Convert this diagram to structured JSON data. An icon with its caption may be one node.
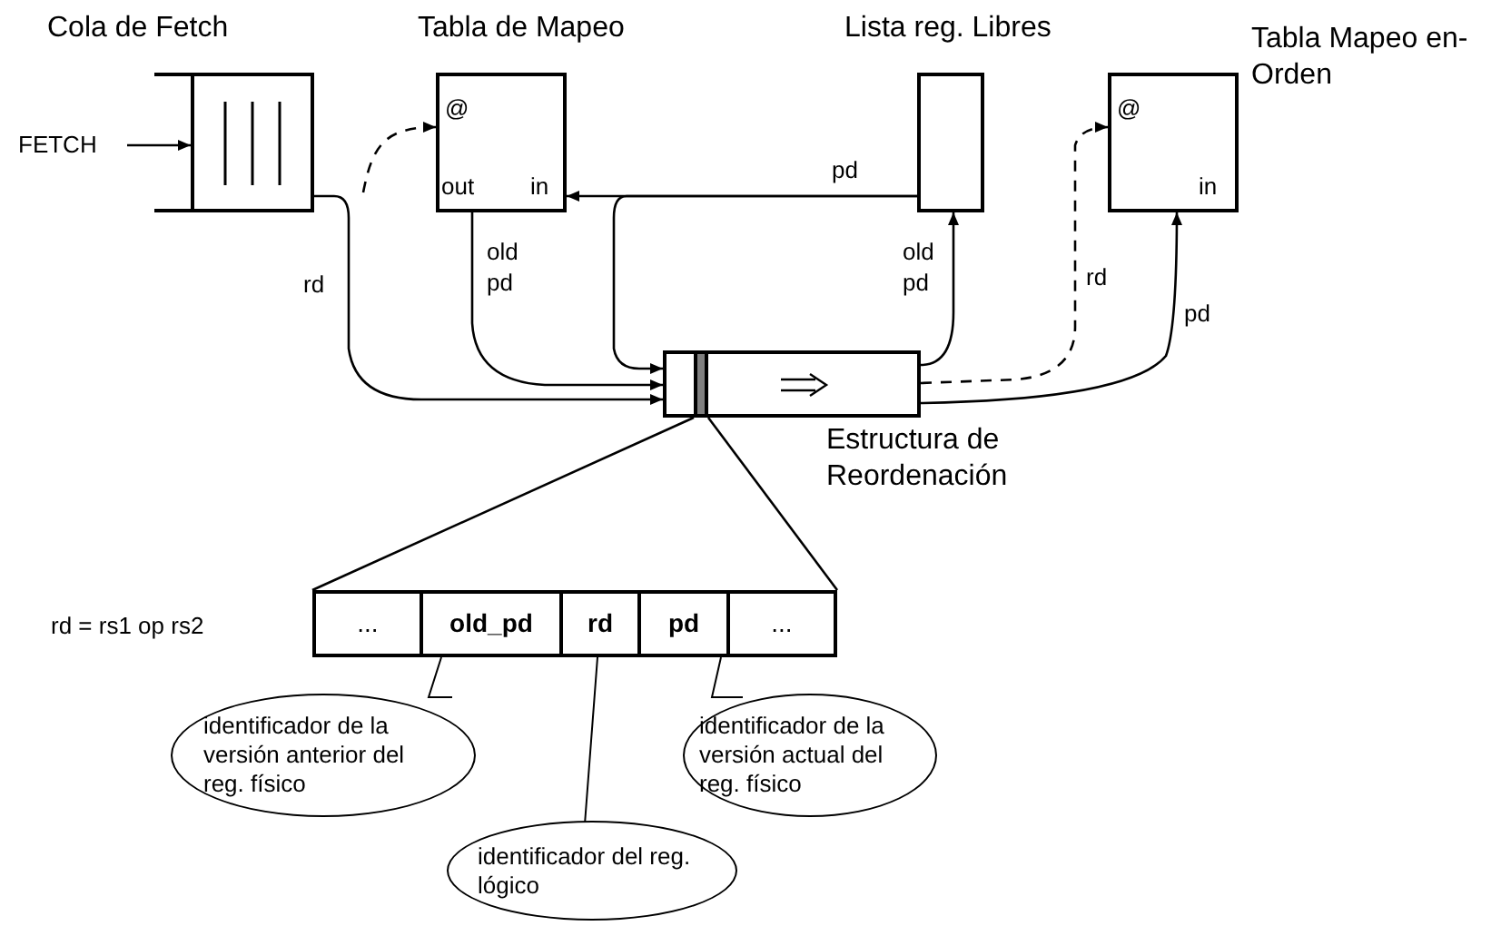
{
  "diagram": {
    "nodes": [
      {
        "text": [
          "Cola de Fetch"
        ]
      },
      {
        "text": [
          "Tabla de Mapeo",
          "@",
          "out",
          "in"
        ]
      },
      {
        "text": [
          "Lista reg. Libres"
        ]
      },
      {
        "text": [
          "Tabla Mapeo en-Orden",
          "@",
          "in"
        ]
      },
      {
        "text": [
          "FETCH"
        ]
      },
      {
        "text": [],
        "shape": "box",
        "beside": [
          "Estructura de Reordenación"
        ]
      },
      {
        "text": [
          "..."
        ]
      },
      {
        "text": [
          "old_pd"
        ]
      },
      {
        "text": [
          "rd"
        ]
      },
      {
        "text": [
          "pd"
        ]
      },
      {
        "text": [
          "..."
        ]
      },
      {
        "text": [
          "identificador de la versión anterior del reg. físico"
        ]
      },
      {
        "text": [
          "identificador del reg. lógico"
        ]
      },
      {
        "text": [
          "identificador de la versión actual del reg. físico"
        ]
      }
    ],
    "edges": [
      {
        "from": 4,
        "to": 0,
        "arrow": "to"
      },
      {
        "from": 0,
        "to": 1,
        "arrow": "to",
        "style": "dashed"
      },
      {
        "from": 0,
        "to": 5,
        "arrow": "to",
        "label": "rd"
      },
      {
        "from": 1,
        "to": 5,
        "arrow": "to",
        "label": "old pd"
      },
      {
        "from": 2,
        "to": 1,
        "arrow": "to",
        "label": "pd"
      },
      {
        "from": 2,
        "to": 5,
        "arrow": "to"
      },
      {
        "from": 5,
        "to": 2,
        "arrow": "to",
        "label": "old pd"
      },
      {
        "from": 5,
        "to": 3,
        "arrow": "to",
        "style": "dashed",
        "label": "rd"
      },
      {
        "from": 5,
        "to": 3,
        "arrow": "to",
        "label": "pd"
      },
      {
        "from": 11,
        "to": 7,
        "arrow": "none"
      },
      {
        "from": 12,
        "to": 8,
        "arrow": "none"
      },
      {
        "from": 13,
        "to": 9,
        "arrow": "none"
      },
      {
        "from": 5,
        "to": 6,
        "arrow": "none"
      },
      {
        "from": 5,
        "to": 10,
        "arrow": "none"
      }
    ],
    "labels": [
      "rd = rs1 op rs2"
    ]
  }
}
